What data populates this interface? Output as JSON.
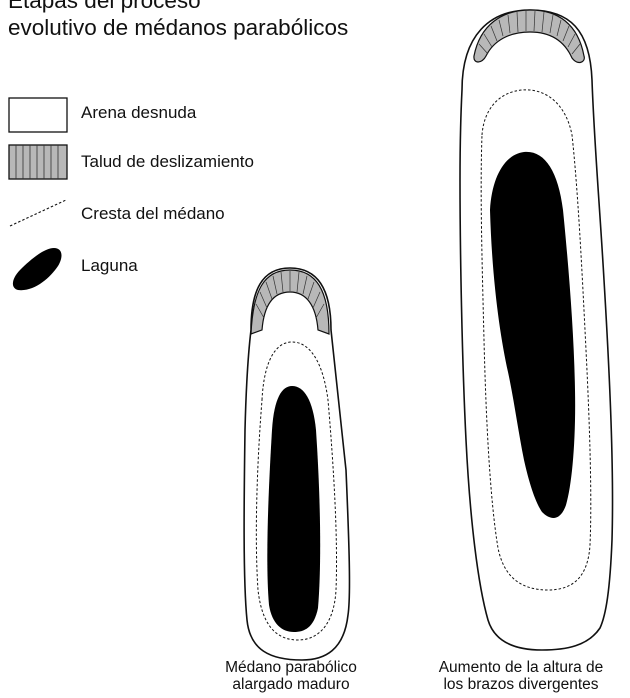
{
  "title": {
    "line1": "Etapas del proceso",
    "line2": "evolutivo de médanos parabólicos"
  },
  "legend": [
    {
      "label": "Arena desnuda",
      "icon": "white-box-icon"
    },
    {
      "label": "Talud de deslizamiento",
      "icon": "hatched-box-icon"
    },
    {
      "label": "Cresta del médano",
      "icon": "dashed-line-icon"
    },
    {
      "label": "Laguna",
      "icon": "black-blob-icon"
    }
  ],
  "figures": [
    {
      "caption_line1": "Médano parabólico",
      "caption_line2": "alargado maduro"
    },
    {
      "caption_line1": "Aumento de la altura de",
      "caption_line2": "los brazos divergentes"
    }
  ],
  "colors": {
    "sand": "#ffffff",
    "slip_face": "#b8b8b8",
    "lagoon": "#000000",
    "outline": "#111111"
  }
}
